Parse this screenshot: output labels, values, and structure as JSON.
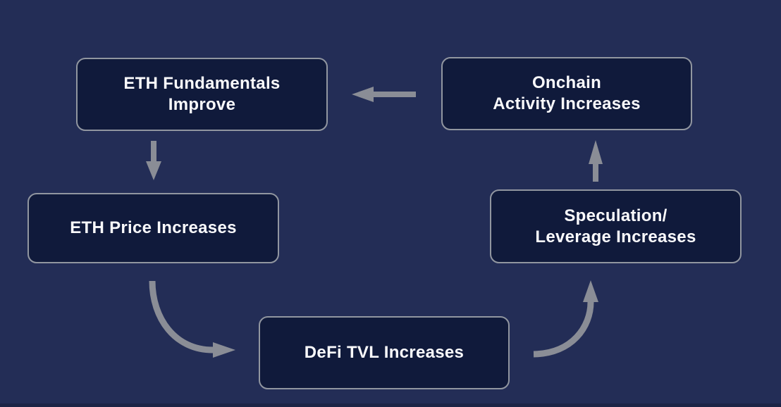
{
  "diagram": {
    "background_color": "#232D56",
    "node_fill": "#101A3B",
    "node_border": "#9196A0",
    "text_color": "#FAFAFC",
    "arrow_color": "#8A8D96",
    "nodes": [
      {
        "id": "eth-fundamentals-improve",
        "label": "ETH Fundamentals\nImprove"
      },
      {
        "id": "onchain-activity-increases",
        "label": "Onchain\nActivity Increases"
      },
      {
        "id": "eth-price-increases",
        "label": "ETH Price Increases"
      },
      {
        "id": "speculation-leverage-increases",
        "label": "Speculation/\nLeverage Increases"
      },
      {
        "id": "defi-tvl-increases",
        "label": "DeFi TVL Increases"
      }
    ],
    "arrows": [
      {
        "name": "arrow-onchain-to-fundamentals",
        "from": "Onchain Activity Increases",
        "to": "ETH Fundamentals Improve",
        "direction": "left"
      },
      {
        "name": "arrow-fundamentals-to-price",
        "from": "ETH Fundamentals Improve",
        "to": "ETH Price Increases",
        "direction": "down"
      },
      {
        "name": "arrow-price-to-tvl",
        "from": "ETH Price Increases",
        "to": "DeFi TVL Increases",
        "direction": "curved-down-right"
      },
      {
        "name": "arrow-tvl-to-speculation",
        "from": "DeFi TVL Increases",
        "to": "Speculation/Leverage Increases",
        "direction": "curved-right-up"
      },
      {
        "name": "arrow-speculation-to-onchain",
        "from": "Speculation/Leverage Increases",
        "to": "Onchain Activity Increases",
        "direction": "up"
      }
    ]
  }
}
